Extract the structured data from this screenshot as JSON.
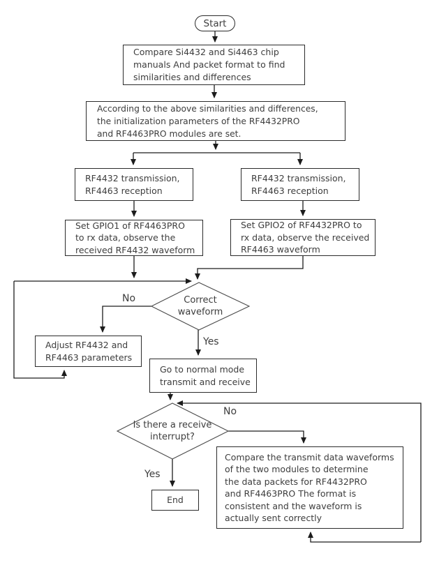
{
  "flowchart": {
    "nodes": {
      "start": "Start",
      "compare_manuals": "Compare Si4432 and Si4463 chip\nmanuals And packet format to find\nsimilarities and differences",
      "init_params": "According to the above similarities and differences,\nthe initialization parameters of the RF4432PRO\nand RF4463PRO modules are set.",
      "tx_rx_left": "RF4432 transmission,\nRF4463 reception",
      "tx_rx_right": "RF4432 transmission,\nRF4463 reception",
      "set_gpio1": "Set GPIO1 of RF4463PRO\nto rx data, observe the\nreceived RF4432 waveform",
      "set_gpio2": "Set GPIO2 of RF4432PRO to\nrx data, observe the received\nRF4463 waveform",
      "decision_waveform": "Correct\nwaveform",
      "adjust_params": "Adjust RF4432 and\nRF4463 parameters",
      "normal_mode": "Go to normal mode\ntransmit and receive",
      "decision_interrupt": "Is there a receive\ninterrupt?",
      "compare_waveforms": "Compare the transmit data waveforms\nof the two modules to determine\nthe data packets for RF4432PRO\nand RF4463PRO The format is\nconsistent and the waveform is\nactually sent correctly",
      "end": "End"
    },
    "labels": {
      "decision1_no": "No",
      "decision1_yes": "Yes",
      "decision2_no": "No",
      "decision2_yes": "Yes"
    },
    "edges": [
      {
        "from": "start",
        "to": "compare_manuals"
      },
      {
        "from": "compare_manuals",
        "to": "init_params"
      },
      {
        "from": "init_params",
        "to": "tx_rx_left"
      },
      {
        "from": "init_params",
        "to": "tx_rx_right"
      },
      {
        "from": "tx_rx_left",
        "to": "set_gpio1"
      },
      {
        "from": "tx_rx_right",
        "to": "set_gpio2"
      },
      {
        "from": "set_gpio1",
        "to": "decision_waveform"
      },
      {
        "from": "set_gpio2",
        "to": "decision_waveform"
      },
      {
        "from": "decision_waveform",
        "to": "adjust_params",
        "label": "No"
      },
      {
        "from": "adjust_params",
        "to": "decision_waveform"
      },
      {
        "from": "decision_waveform",
        "to": "normal_mode",
        "label": "Yes"
      },
      {
        "from": "normal_mode",
        "to": "decision_interrupt"
      },
      {
        "from": "decision_interrupt",
        "to": "compare_waveforms",
        "label": "No"
      },
      {
        "from": "compare_waveforms",
        "to": "decision_interrupt"
      },
      {
        "from": "decision_interrupt",
        "to": "end",
        "label": "Yes"
      }
    ],
    "colors": {
      "background": "#ffffff",
      "line": "#1c1c1c",
      "box_border": "#2b2b2b",
      "text": "#3d3d3d"
    }
  }
}
